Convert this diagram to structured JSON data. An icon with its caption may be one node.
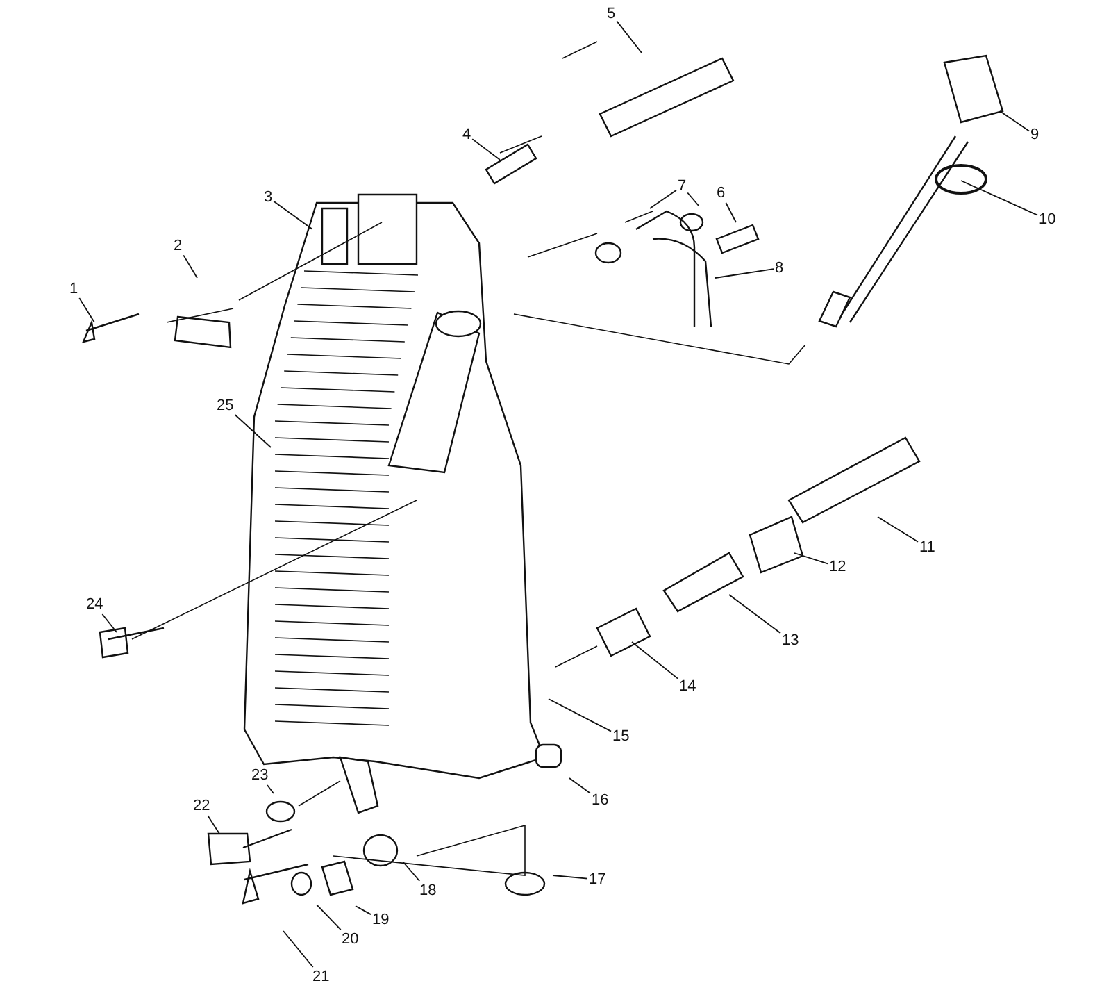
{
  "diagram": {
    "nodes": [
      {
        "text": [
          "1"
        ]
      },
      {
        "text": [
          "2"
        ]
      },
      {
        "text": [
          "3"
        ]
      },
      {
        "text": [
          "4"
        ]
      },
      {
        "text": [
          "5"
        ]
      },
      {
        "text": [
          "6"
        ]
      },
      {
        "text": [
          "7"
        ]
      },
      {
        "text": [
          "8"
        ]
      },
      {
        "text": [
          "9"
        ]
      },
      {
        "text": [
          "10"
        ]
      },
      {
        "text": [
          "11"
        ]
      },
      {
        "text": [
          "12"
        ]
      },
      {
        "text": [
          "13"
        ]
      },
      {
        "text": [
          "14"
        ]
      },
      {
        "text": [
          "15"
        ]
      },
      {
        "text": [
          "16"
        ]
      },
      {
        "text": [
          "17"
        ]
      },
      {
        "text": [
          "18"
        ]
      },
      {
        "text": [
          "19"
        ]
      },
      {
        "text": [
          "20"
        ]
      },
      {
        "text": [
          "21"
        ]
      },
      {
        "text": [
          "22"
        ]
      },
      {
        "text": [
          "23"
        ]
      },
      {
        "text": [
          "24"
        ]
      },
      {
        "text": [
          "25"
        ]
      }
    ],
    "edges": [
      {
        "from": 0,
        "to": null,
        "arrow": "none"
      },
      {
        "from": 1,
        "to": null,
        "arrow": "none"
      },
      {
        "from": 2,
        "to": null,
        "arrow": "none"
      },
      {
        "from": 3,
        "to": null,
        "arrow": "none"
      },
      {
        "from": 4,
        "to": null,
        "arrow": "none"
      },
      {
        "from": 5,
        "to": null,
        "arrow": "none"
      },
      {
        "from": 6,
        "to": null,
        "arrow": "none"
      },
      {
        "from": 6,
        "to": null,
        "arrow": "none"
      },
      {
        "from": 7,
        "to": null,
        "arrow": "none"
      },
      {
        "from": 8,
        "to": null,
        "arrow": "none"
      },
      {
        "from": 9,
        "to": null,
        "arrow": "none"
      },
      {
        "from": 10,
        "to": null,
        "arrow": "none"
      },
      {
        "from": 11,
        "to": null,
        "arrow": "none"
      },
      {
        "from": 12,
        "to": null,
        "arrow": "none"
      },
      {
        "from": 13,
        "to": null,
        "arrow": "none"
      },
      {
        "from": 14,
        "to": null,
        "arrow": "none"
      },
      {
        "from": 15,
        "to": null,
        "arrow": "none"
      },
      {
        "from": 16,
        "to": null,
        "arrow": "none"
      },
      {
        "from": 17,
        "to": null,
        "arrow": "none"
      },
      {
        "from": 18,
        "to": null,
        "arrow": "none"
      },
      {
        "from": 19,
        "to": null,
        "arrow": "none"
      },
      {
        "from": 20,
        "to": null,
        "arrow": "none"
      },
      {
        "from": 21,
        "to": null,
        "arrow": "none"
      },
      {
        "from": 22,
        "to": null,
        "arrow": "none"
      },
      {
        "from": 23,
        "to": null,
        "arrow": "none"
      },
      {
        "from": 24,
        "to": null,
        "arrow": "none"
      }
    ]
  }
}
